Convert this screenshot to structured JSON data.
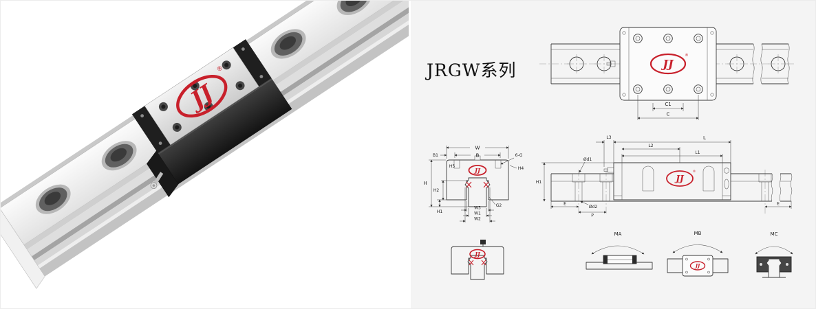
{
  "series": {
    "title": "JRGW系列"
  },
  "brand": {
    "logo_text": "JJ",
    "registered_mark": "®",
    "logo_color": "#c8202b"
  },
  "colors": {
    "right_panel_bg": "#f4f4f4",
    "drawing_line": "#3a3a3a",
    "accent_red": "#c8202b"
  },
  "top_view": {
    "c1_label": "C1",
    "c_label": "C"
  },
  "cross_section": {
    "w": "W",
    "b": "B",
    "b1": "B1",
    "holes": "6-G",
    "h": "H",
    "h1": "H1",
    "h2": "H2",
    "h4": "H4",
    "h5": "H5",
    "g2": "G2",
    "w1": "W1",
    "w2": "W2",
    "w3": "W3"
  },
  "side_view": {
    "l": "L",
    "l1": "L1",
    "l2": "L2",
    "l3": "L3",
    "od1": "Ød1",
    "od2": "Ød2",
    "p": "P",
    "e_left": "E",
    "e_right": "E",
    "h1": "H1"
  },
  "moments": {
    "ma": "MA",
    "mb": "MB",
    "mc": "MC"
  }
}
